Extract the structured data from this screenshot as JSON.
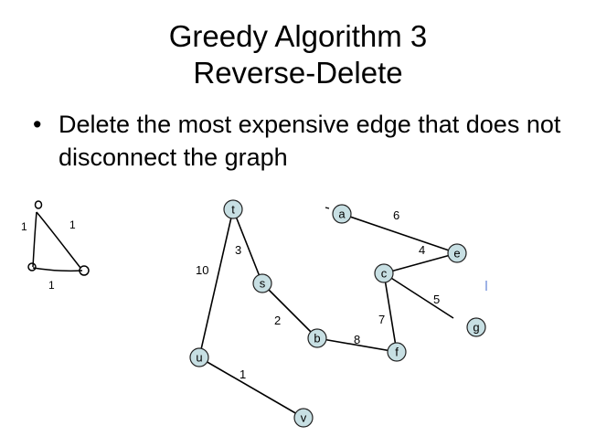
{
  "title": {
    "line1": "Greedy Algorithm 3",
    "line2": "Reverse-Delete"
  },
  "bullets": [
    {
      "text": "Delete the most expensive edge that does not disconnect the graph"
    }
  ],
  "graph": {
    "nodes": [
      {
        "id": "t",
        "label": "t"
      },
      {
        "id": "a",
        "label": "a"
      },
      {
        "id": "e",
        "label": "e"
      },
      {
        "id": "c",
        "label": "c"
      },
      {
        "id": "s",
        "label": "s"
      },
      {
        "id": "g",
        "label": "g"
      },
      {
        "id": "b",
        "label": "b"
      },
      {
        "id": "f",
        "label": "f"
      },
      {
        "id": "u",
        "label": "u"
      },
      {
        "id": "v",
        "label": "v"
      }
    ],
    "edges": [
      {
        "from": "t",
        "to": "s",
        "weight": "3"
      },
      {
        "from": "t",
        "to": "u",
        "weight": "10"
      },
      {
        "from": "s",
        "to": "b",
        "weight": "2"
      },
      {
        "from": "b",
        "to": "f",
        "weight": "8"
      },
      {
        "from": "c",
        "to": "f",
        "weight": "7"
      },
      {
        "from": "a",
        "to": "e",
        "weight": "6"
      },
      {
        "from": "c",
        "to": "e",
        "weight": "4"
      },
      {
        "from": "c",
        "to": "g",
        "weight": "5"
      },
      {
        "from": "u",
        "to": "v",
        "weight": "1"
      }
    ]
  },
  "sketch": {
    "labels": [
      "0",
      "1",
      "1",
      "1"
    ]
  }
}
